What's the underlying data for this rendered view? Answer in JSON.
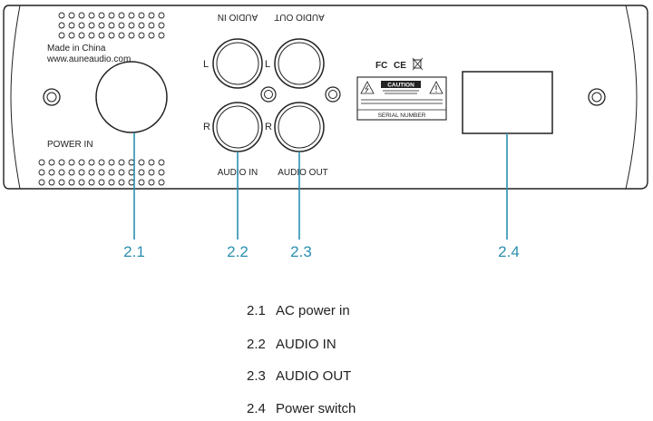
{
  "panel": {
    "made_in": "Made in China",
    "website": "www.auneaudio.com",
    "power_in_label": "POWER IN",
    "audio_in_top_label": "AUDIO IN",
    "audio_out_top_label": "AUDIO OUT",
    "audio_in_bottom_label": "AUDIO IN",
    "audio_out_bottom_label": "AUDIO OUT",
    "left_channel": "L",
    "right_channel": "R",
    "cert_fc": "FC",
    "cert_ce": "CE",
    "caution_title": "CAUTION",
    "serial_label": "SERIAL NUMBER"
  },
  "callouts": [
    {
      "id": "2.1",
      "label": "2.1"
    },
    {
      "id": "2.2",
      "label": "2.2"
    },
    {
      "id": "2.3",
      "label": "2.3"
    },
    {
      "id": "2.4",
      "label": "2.4"
    }
  ],
  "legend": [
    {
      "num": "2.1",
      "text": "AC power in"
    },
    {
      "num": "2.2",
      "text": "AUDIO IN"
    },
    {
      "num": "2.3",
      "text": "AUDIO OUT"
    },
    {
      "num": "2.4",
      "text": "Power switch"
    }
  ],
  "colors": {
    "outline": "#222222",
    "callout": "#2a8fb0"
  }
}
